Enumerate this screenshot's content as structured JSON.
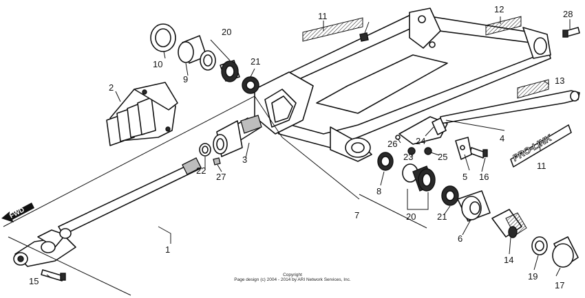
{
  "diagram": {
    "callouts": [
      "1",
      "2",
      "3",
      "4",
      "5",
      "6",
      "7",
      "8",
      "9",
      "10",
      "11",
      "12",
      "13",
      "14",
      "15",
      "16",
      "17",
      "19",
      "20",
      "21",
      "22",
      "23",
      "24",
      "25",
      "26",
      "27",
      "28"
    ],
    "arrow_label": "FWD",
    "decal_text": "PRO-LINK",
    "copyright_title": "Copyright",
    "copyright_line": "Page design (c) 2004 - 2014 by ARI Network Services, Inc."
  }
}
